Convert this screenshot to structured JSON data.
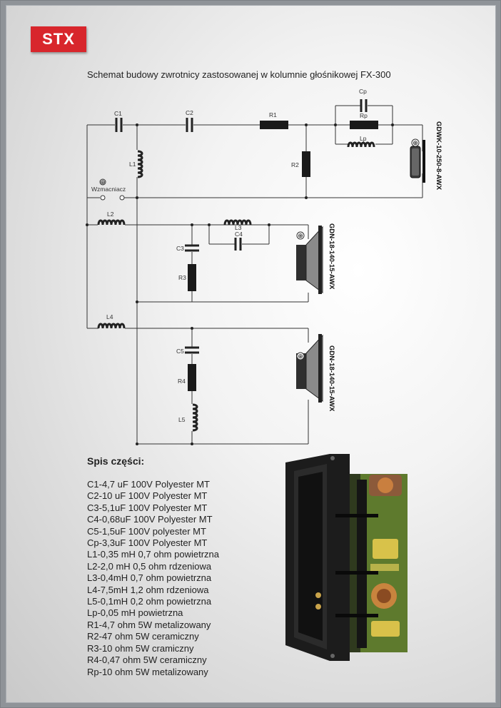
{
  "brand": "STX",
  "title": "Schemat budowy zwrotnicy zastosowanej w kolumnie głośnikowej FX-300",
  "schematic": {
    "components": {
      "C1": "C1",
      "C2": "C2",
      "R1": "R1",
      "Cp": "Cp",
      "Rp": "Rp",
      "Lp": "Lp",
      "L1": "L1",
      "R2": "R2",
      "L2": "L2",
      "L3": "L3",
      "C4": "C4",
      "C3": "C3",
      "R3": "R3",
      "L4": "L4",
      "C5": "C5",
      "R4": "R4",
      "L5": "L5"
    },
    "amplifier_label": "Wzmacniacz",
    "plus": "⊕",
    "speakers": {
      "tweeter": "GDWK-10-250-8-AWX",
      "mid": "GDN-18-140-15-AWX",
      "woofer": "GDN-18-140-15-AWX"
    }
  },
  "parts_heading": "Spis części:",
  "parts": [
    "C1-4,7 uF 100V Polyester MT",
    "C2-10 uF 100V Polyester MT",
    "C3-5,1uF 100V Polyester MT",
    "C4-0,68uF 100V Polyester MT",
    "C5-1,5uF 100V polyester MT",
    "Cp-3,3uF 100V Polyester MT",
    "L1-0,35 mH 0,7 ohm powietrzna",
    "L2-2,0 mH 0,5 ohm rdzeniowa",
    "L3-0,4mH 0,7 ohm powietrzna",
    "L4-7,5mH 1,2 ohm rdzeniowa",
    "L5-0,1mH 0,2 ohm powietrzna",
    "Lp-0,05 mH powietrzna",
    "R1-4,7 ohm 5W metalizowany",
    "R2-47 ohm 5W ceramiczny",
    "R3-10 ohm 5W cramiczny",
    "R4-0,47 ohm 5W ceramiczny",
    "Rp-10 ohm 5W metalizowany"
  ]
}
